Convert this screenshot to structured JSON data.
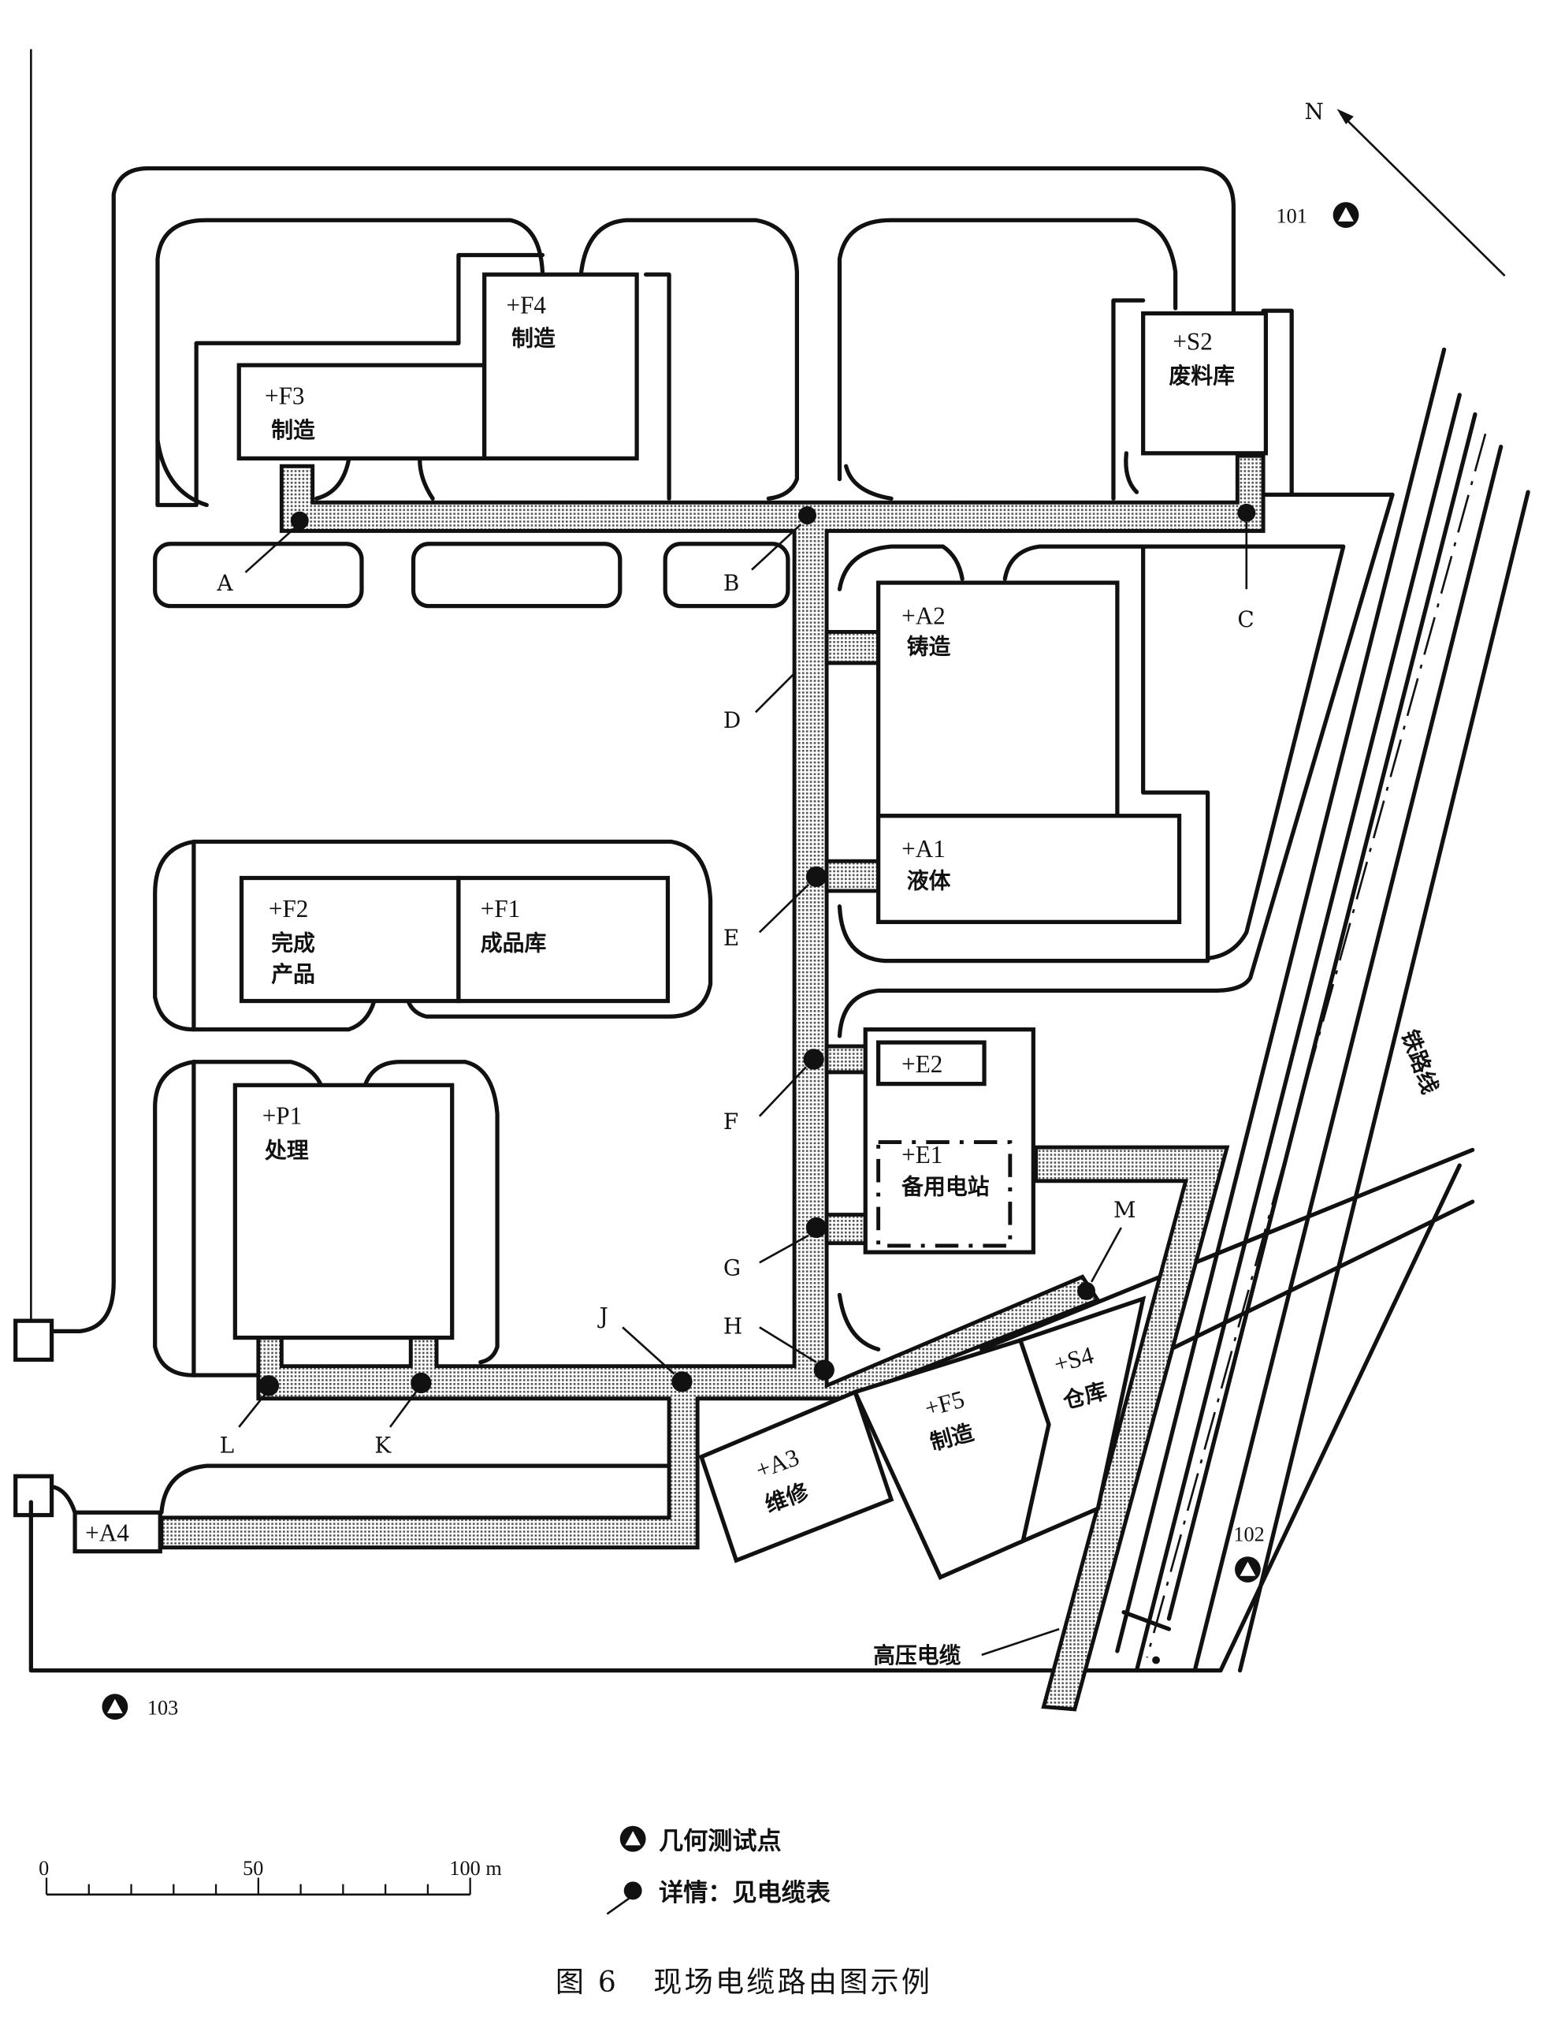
{
  "figure": {
    "caption": "图 6   现场电缆路由图示例",
    "north_label": "N",
    "railway_label": "铁路线",
    "hv_cable_label": "高压电缆"
  },
  "buildings": [
    {
      "id": "+F3",
      "name": "制造"
    },
    {
      "id": "+F4",
      "name": "制造"
    },
    {
      "id": "+S2",
      "name": "废料库"
    },
    {
      "id": "+A2",
      "name": "铸造"
    },
    {
      "id": "+A1",
      "name": "液体"
    },
    {
      "id": "+F2",
      "name": "完成",
      "name2": "产品"
    },
    {
      "id": "+F1",
      "name": "成品库"
    },
    {
      "id": "+E2",
      "name": ""
    },
    {
      "id": "+E1",
      "name": "备用电站"
    },
    {
      "id": "+P1",
      "name": "处理"
    },
    {
      "id": "+A3",
      "name": "维修"
    },
    {
      "id": "+F5",
      "name": "制造"
    },
    {
      "id": "+S4",
      "name": "仓库"
    },
    {
      "id": "+A4",
      "name": ""
    }
  ],
  "cable_points": [
    "A",
    "B",
    "C",
    "D",
    "E",
    "F",
    "G",
    "H",
    "J",
    "K",
    "L",
    "M"
  ],
  "test_points": [
    "101",
    "102",
    "103"
  ],
  "legend": {
    "test_point_label": "几何测试点",
    "cable_point_label": "详情：见电缆表"
  },
  "scale_bar": {
    "labels": [
      "0",
      "50",
      "100 m"
    ],
    "max_m": 100,
    "ticks": 10
  }
}
